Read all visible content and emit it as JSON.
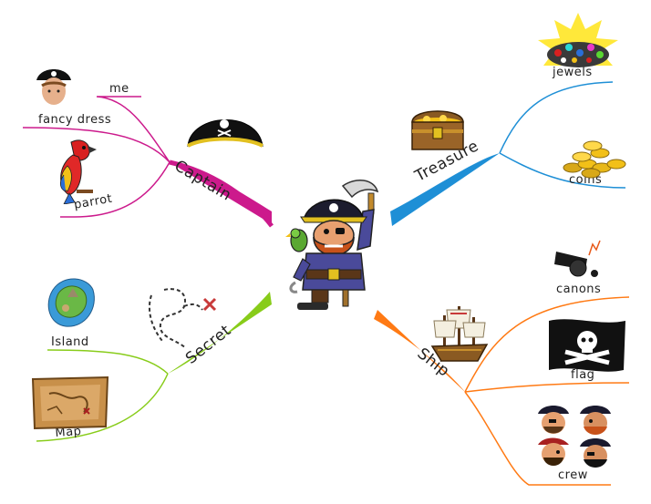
{
  "center": {
    "icon": "pirate-captain-icon"
  },
  "branches": {
    "captain": {
      "label": "Captain",
      "color": "#cc1a8c",
      "icon": "pirate-hat-icon",
      "children": [
        {
          "label": "me",
          "icon": "pirate-child-photo-icon"
        },
        {
          "label": "fancy dress",
          "icon": ""
        },
        {
          "label": "parrot",
          "icon": "parrot-icon"
        }
      ]
    },
    "treasure": {
      "label": "Treasure",
      "color": "#1e8fd6",
      "icon": "treasure-chest-icon",
      "children": [
        {
          "label": "jewels",
          "icon": "jewels-pile-icon"
        },
        {
          "label": "coins",
          "icon": "gold-coins-icon"
        }
      ]
    },
    "secret": {
      "label": "Secret",
      "color": "#88cc1a",
      "icon": "treasure-trail-map-icon",
      "children": [
        {
          "label": "Island",
          "icon": "island-icon"
        },
        {
          "label": "Map",
          "icon": "old-map-icon"
        }
      ]
    },
    "ship": {
      "label": "Ship",
      "color": "#ff7a14",
      "icon": "pirate-ship-icon",
      "children": [
        {
          "label": "canons",
          "icon": "cannon-icon"
        },
        {
          "label": "flag",
          "icon": "jolly-roger-flag-icon"
        },
        {
          "label": "crew",
          "icon": "pirate-crew-icon"
        }
      ]
    }
  }
}
